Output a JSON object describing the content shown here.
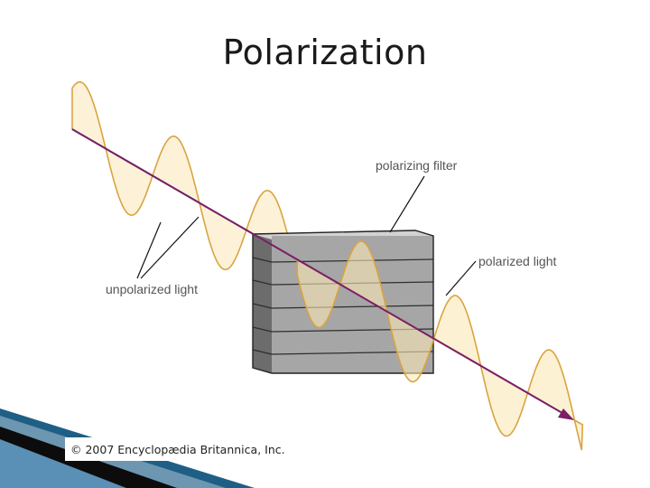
{
  "slide": {
    "title": "Polarization"
  },
  "diagram": {
    "labels": {
      "polarizing_filter": "polarizing filter",
      "polarized_light": "polarized light",
      "unpolarized_light": "unpolarized light"
    },
    "copyright": "© 2007 Encyclopædia Britannica, Inc."
  },
  "colors": {
    "vertical_wave_fill": "#fbe7b6",
    "vertical_wave_stroke": "#d9a441",
    "horizontal_wave_fill": "#c5dcef",
    "horizontal_wave_stroke": "#2f86a8",
    "beam_axis": "#7a1f66",
    "filter_front": "#a6a6a6",
    "filter_top": "#d2d2d2",
    "filter_side": "#6c6c6c",
    "slide_accent": "#1f5f86"
  }
}
